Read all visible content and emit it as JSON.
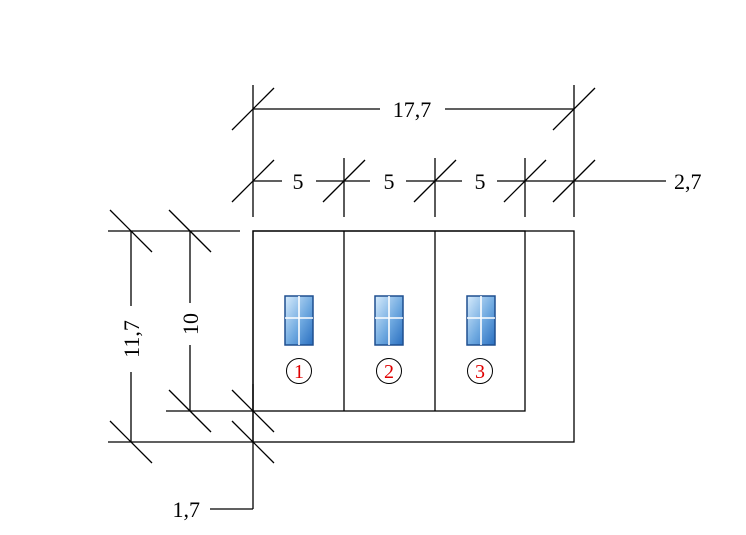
{
  "dimensions": {
    "overall_width": "17,7",
    "module_1_width": "5",
    "module_2_width": "5",
    "module_3_width": "5",
    "remainder_width": "2,7",
    "overall_height": "11,7",
    "module_height": "10",
    "bottom_offset": "1,7"
  },
  "modules": [
    {
      "number": "1"
    },
    {
      "number": "2"
    },
    {
      "number": "3"
    }
  ],
  "colors": {
    "line": "#000000",
    "number": "#e00000",
    "window_light": "#cfe6fb",
    "window_dark": "#2a6fc0"
  }
}
